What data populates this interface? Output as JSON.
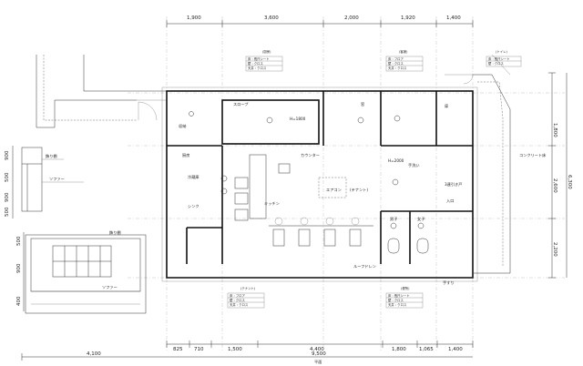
{
  "dims_top": [
    "1,900",
    "3,600",
    "2,000",
    "1,920",
    "1,400"
  ],
  "dims_bottom_segments": [
    "825",
    "710",
    "1,500",
    "4,400",
    "1,800",
    "1,065",
    "1,400"
  ],
  "dim_bottom_total": "9,500",
  "dim_left_total": "4,100",
  "dims_right": [
    "1,800",
    "2,600",
    "2,200"
  ],
  "dim_right_total": "6,300",
  "dims_left_side": [
    "900",
    "500",
    "900",
    "500"
  ],
  "dims_left_lower": [
    "500",
    "900",
    "400"
  ],
  "rooms": {
    "sofa_top": "ソファー",
    "sofa_bottom": "ソファー",
    "ceiling_top": "飾り棚",
    "ceiling_bottom": "飾り棚",
    "tenant_center": "(テナント)",
    "ev": "エアコン",
    "kitchen": "厨房",
    "kitchen2": "キッチン",
    "slope": "スロープ",
    "entrance": "入口",
    "toilet_m": "男子",
    "toilet_f": "女子",
    "wc": "手洗い",
    "pass": "ルーフドレン",
    "concrete": "コンクリート床",
    "sliding": "3連引き戸",
    "height_note": "H=1800",
    "height_note2": "H=2000",
    "cold": "冷蔵庫",
    "sink": "シンク",
    "window": "窓",
    "door": "扉",
    "counter": "カウンター",
    "handrail": "手すり",
    "storage": "収納"
  },
  "tables": {
    "top_left": {
      "title": "(厨房)",
      "rows": [
        "床 : 長尺シート",
        "壁 : クロス",
        "天井 : クロス"
      ]
    },
    "top_right": {
      "title": "(客席)",
      "rows": [
        "床 : フロア",
        "壁 : クロス",
        "天井 : クロス"
      ]
    },
    "top_right2": {
      "title": "(トイレ)",
      "rows": [
        "床 : 長尺シート",
        "壁 : クロス"
      ]
    },
    "bottom_center": {
      "title": "(テナント)",
      "rows": [
        "床 : フロア",
        "壁 : クロス",
        "天井 : クロス"
      ]
    },
    "bottom_right": {
      "title": "(便所)",
      "rows": [
        "床 : 長尺シート",
        "壁 : クロス",
        "天井 : クロス"
      ]
    }
  },
  "scale_label": "平面"
}
